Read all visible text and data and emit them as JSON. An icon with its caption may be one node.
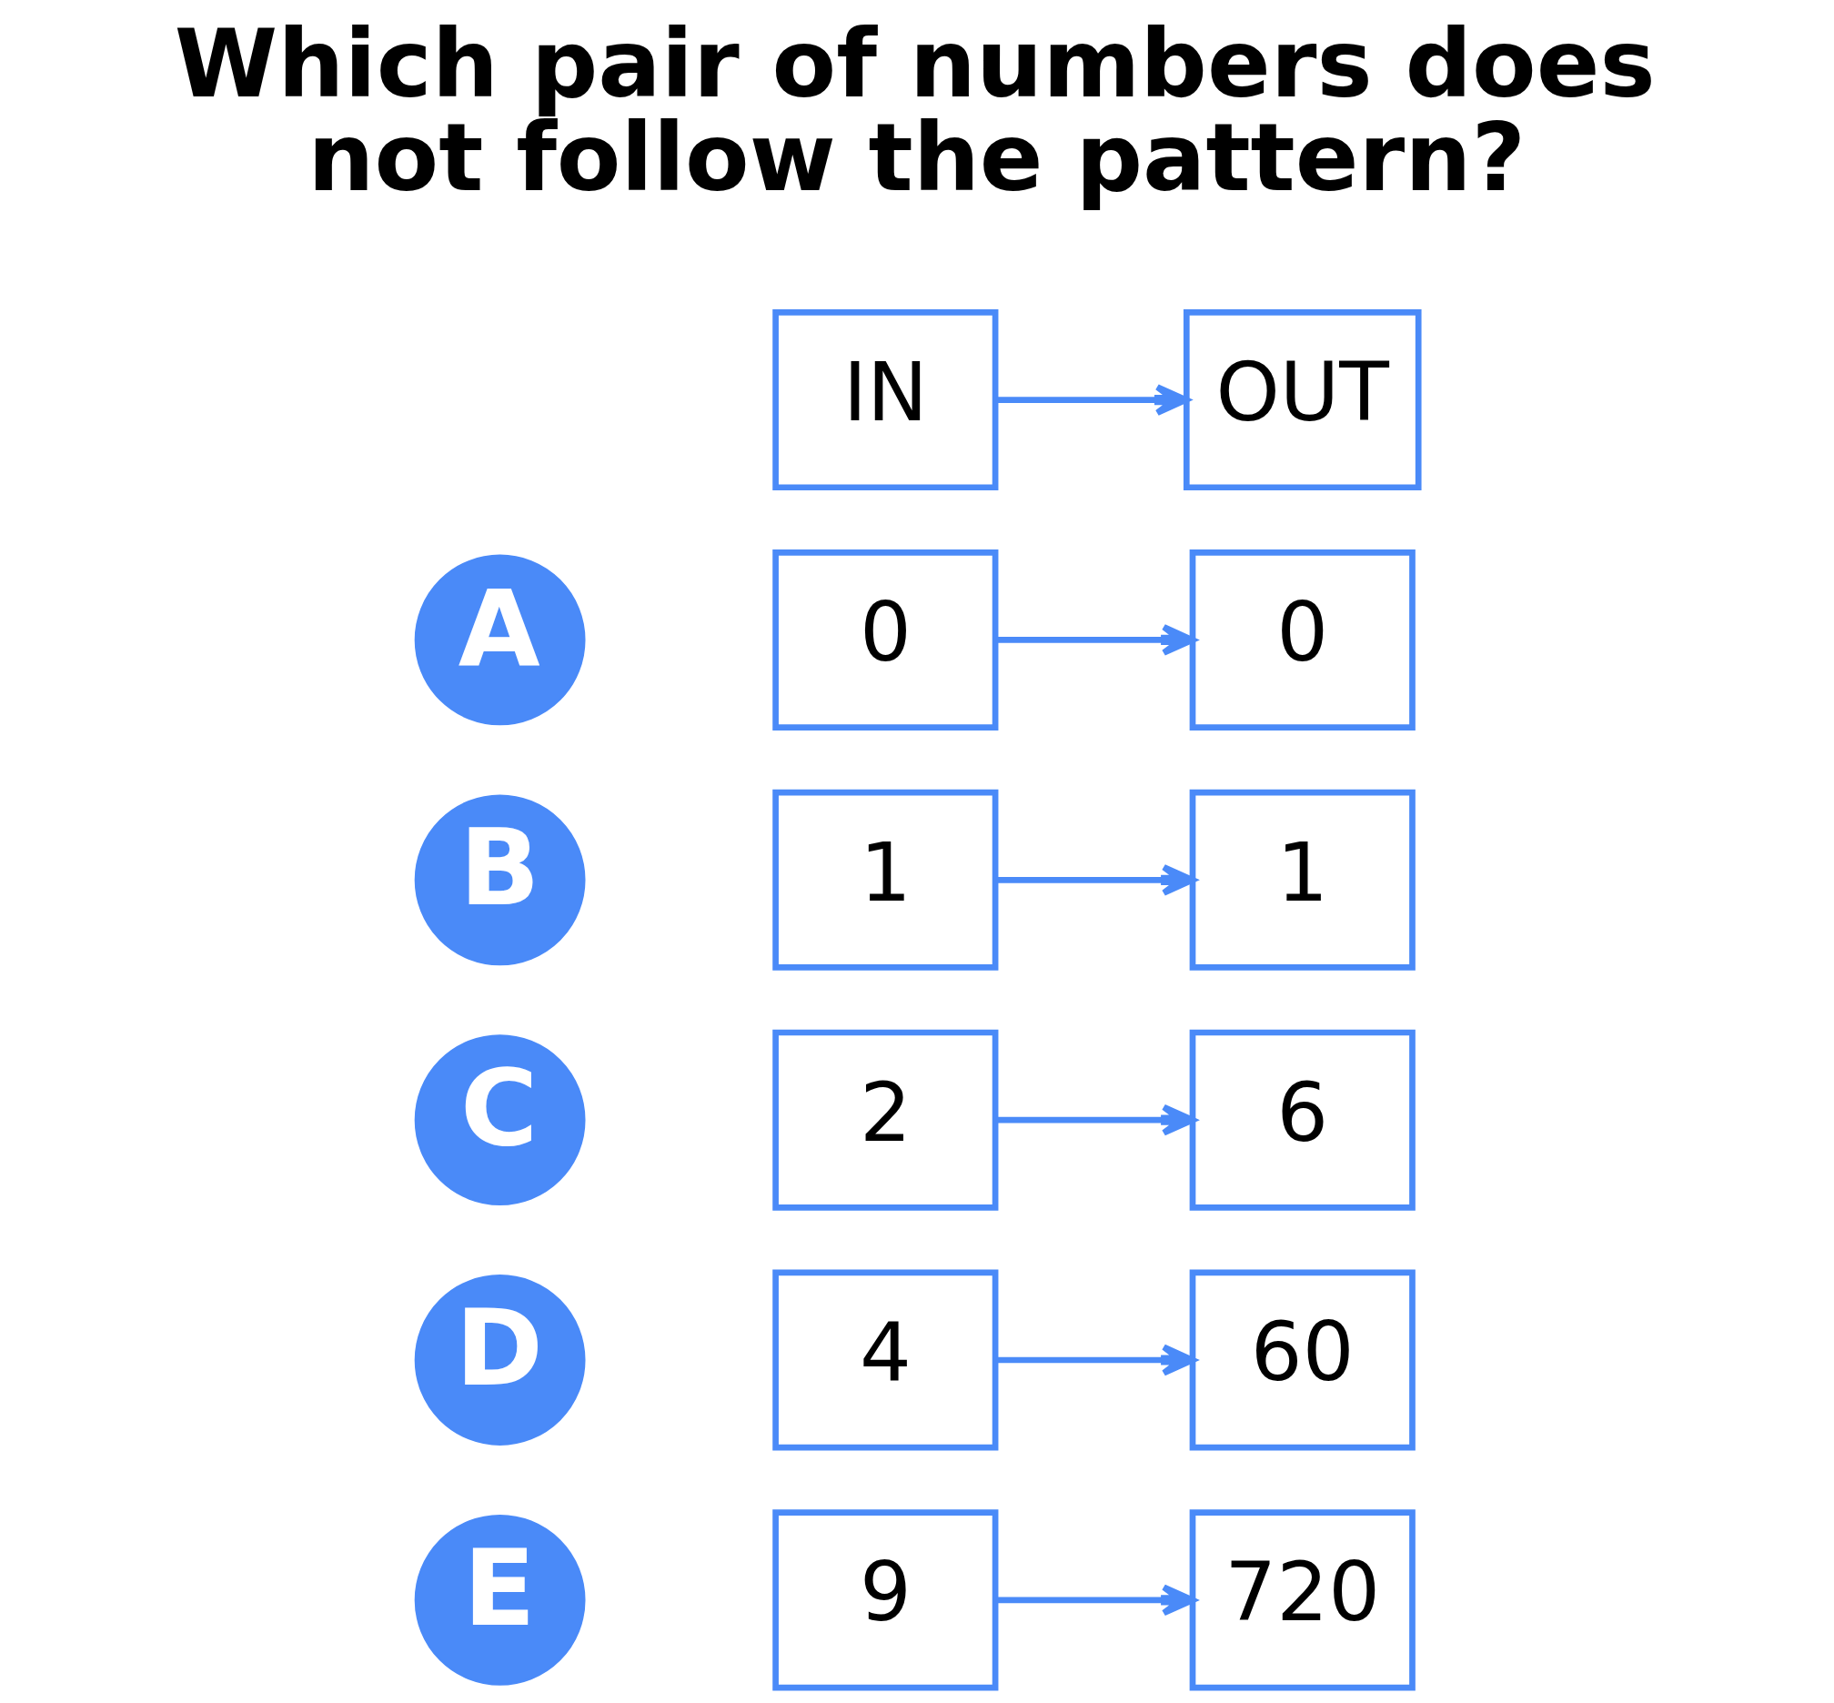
{
  "diagram": {
    "title": "Which pair of numbers does not follow the pattern?",
    "nodes": [
      {
        "text": [
          "IN"
        ]
      },
      {
        "text": [
          "OUT"
        ]
      },
      {
        "text": [
          "A"
        ]
      },
      {
        "text": [
          "0"
        ]
      },
      {
        "text": [
          "0"
        ]
      },
      {
        "text": [
          "B"
        ]
      },
      {
        "text": [
          "1"
        ]
      },
      {
        "text": [
          "1"
        ]
      },
      {
        "text": [
          "C"
        ]
      },
      {
        "text": [
          "2"
        ]
      },
      {
        "text": [
          "6"
        ]
      },
      {
        "text": [
          "D"
        ]
      },
      {
        "text": [
          "4"
        ]
      },
      {
        "text": [
          "60"
        ]
      },
      {
        "text": [
          "E"
        ]
      },
      {
        "text": [
          "9"
        ]
      },
      {
        "text": [
          "720"
        ]
      }
    ],
    "edges": [
      {
        "from": 0,
        "to": 1,
        "arrow": "to"
      },
      {
        "from": 3,
        "to": 4,
        "arrow": "to"
      },
      {
        "from": 6,
        "to": 7,
        "arrow": "to"
      },
      {
        "from": 9,
        "to": 10,
        "arrow": "to"
      },
      {
        "from": 12,
        "to": 13,
        "arrow": "to"
      },
      {
        "from": 15,
        "to": 16,
        "arrow": "to"
      }
    ]
  }
}
